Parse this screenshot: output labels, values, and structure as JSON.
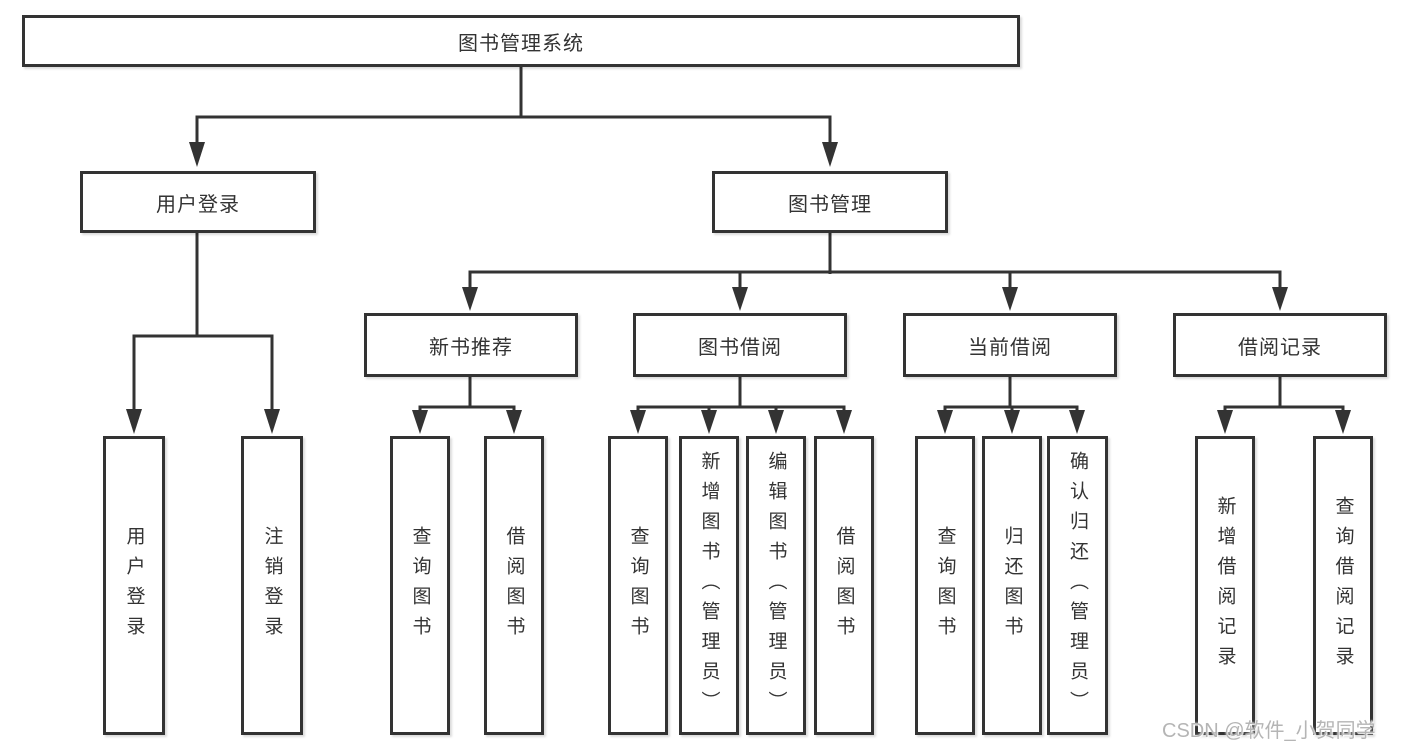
{
  "diagram": {
    "root": {
      "label": "图书管理系统"
    },
    "level2": {
      "user_login": {
        "label": "用户登录"
      },
      "book_mgmt": {
        "label": "图书管理"
      }
    },
    "level3": {
      "new_book": {
        "label": "新书推荐"
      },
      "book_borrow": {
        "label": "图书借阅"
      },
      "current_borrow": {
        "label": "当前借阅"
      },
      "borrow_records": {
        "label": "借阅记录"
      }
    },
    "leaves": {
      "login": {
        "label": "用户登录"
      },
      "logout": {
        "label": "注销登录"
      },
      "nb_query": {
        "label": "查询图书"
      },
      "nb_borrow": {
        "label": "借阅图书"
      },
      "bb_query": {
        "label": "查询图书"
      },
      "bb_add": {
        "label": "新增图书（管理员）"
      },
      "bb_edit": {
        "label": "编辑图书（管理员）"
      },
      "bb_borrow": {
        "label": "借阅图书"
      },
      "cb_query": {
        "label": "查询图书"
      },
      "cb_return": {
        "label": "归还图书"
      },
      "cb_confirm": {
        "label": "确认归还（管理员）"
      },
      "rec_add": {
        "label": "新增借阅记录"
      },
      "rec_query": {
        "label": "查询借阅记录"
      }
    }
  },
  "watermark": {
    "text": "CSDN @软件_小贺同学"
  },
  "colors": {
    "line": "#333333",
    "text": "#333333",
    "box_background": "#ffffff",
    "page_background": "#ffffff",
    "watermark": "#b5b5b5"
  }
}
